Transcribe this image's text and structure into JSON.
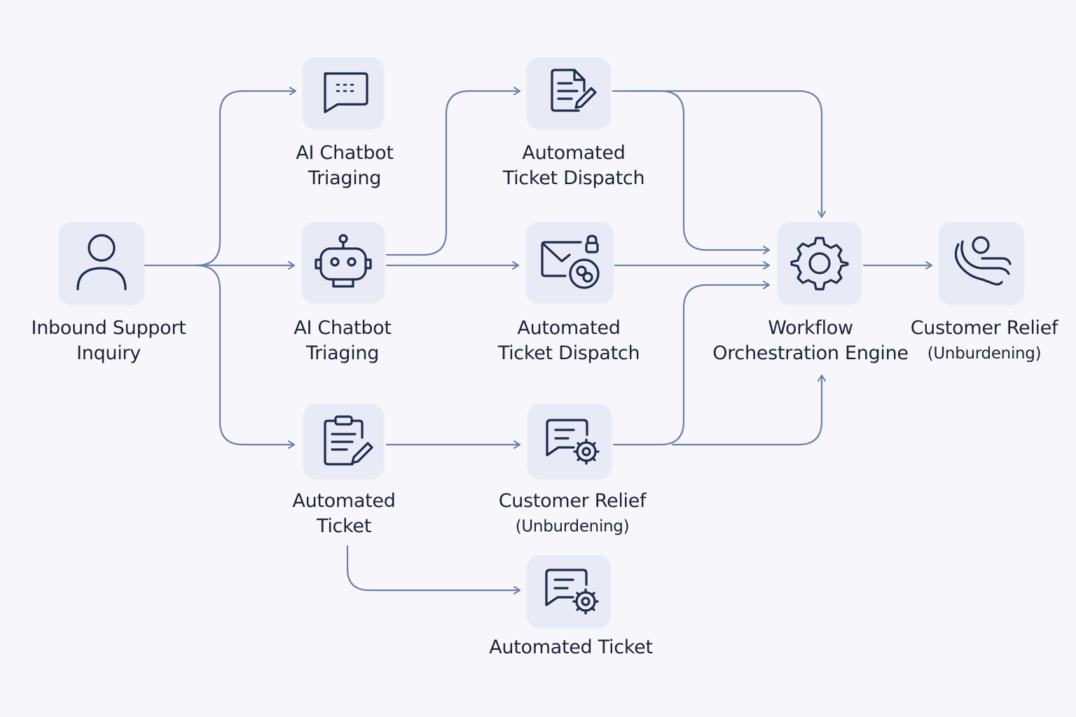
{
  "colors": {
    "background": "#f7f7fb",
    "tile": "#e8ebf6",
    "icon_stroke": "#1f2a4d",
    "connector": "#6b7fa8",
    "text": "#1c2238"
  },
  "nodes": {
    "inbound": {
      "icon": "user-icon",
      "line1": "Inbound Support",
      "line2": "Inquiry"
    },
    "chatbot_top": {
      "icon": "chat-bubble-icon",
      "line1": "AI Chatbot",
      "line2": "Triaging"
    },
    "chatbot_mid": {
      "icon": "robot-icon",
      "line1": "AI Chatbot",
      "line2": "Triaging"
    },
    "ticket_left": {
      "icon": "clipboard-pen-icon",
      "line1": "Automated",
      "line2": "Ticket"
    },
    "dispatch_top": {
      "icon": "document-pen-icon",
      "line1": "Automated",
      "line2": "Ticket Dispatch"
    },
    "dispatch_mid": {
      "icon": "envelope-link-icon",
      "line1": "Automated",
      "line2": "Ticket Dispatch"
    },
    "relief_mid": {
      "icon": "chat-gear-icon",
      "line1": "Customer Relief",
      "line2": "(Unburdening)"
    },
    "ticket_bottom": {
      "icon": "chat-gear-icon",
      "line1": "Automated Ticket"
    },
    "engine": {
      "icon": "gear-icon",
      "line1": "Workflow",
      "line2": "Orchestration Engine"
    },
    "relief_right": {
      "icon": "person-relief-icon",
      "line1": "Customer Relief",
      "line2": "(Unburdening)"
    }
  }
}
